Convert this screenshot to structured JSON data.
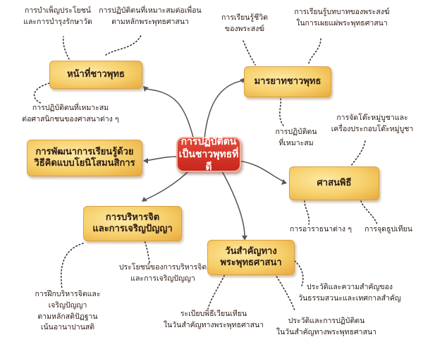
{
  "center": {
    "line1": "การปฏิบัติตน",
    "line2": "เป็นชาวพุทธที่ดี"
  },
  "nodes": {
    "duty": {
      "label": "หน้าที่ชาวพุทธ"
    },
    "learning": {
      "line1": "การพัฒนาการเรียนรู้ด้วย",
      "line2": "วิธีคิดแบบโยนิโสมนสิการ"
    },
    "mind": {
      "line1": "การบริหารจิต",
      "line2": "และการเจริญปัญญา"
    },
    "holidays": {
      "line1": "วันสำคัญทาง",
      "line2": "พระพุทธศาสนา"
    },
    "ceremony": {
      "label": "ศาสนพิธี"
    },
    "etiquette": {
      "label": "มารยาทชาวพุทธ"
    }
  },
  "notes": {
    "duty_a": {
      "line1": "การบำเพ็ญประโยชน์",
      "line2": "และการบำรุงรักษาวัด"
    },
    "duty_b": {
      "line1": "การปฏิบัติตนที่เหมาะสมต่อเพื่อน",
      "line2": "ตามหลักพระพุทธศาสนา"
    },
    "duty_c": {
      "line1": "การปฏิบัติตนที่เหมาะสม",
      "line2": "ต่อศาสนิกชนของศาสนาต่าง ๆ"
    },
    "etq_a": {
      "line1": "การเรียนรู้ชีวิต",
      "line2": "ของพระสงฆ์"
    },
    "etq_b": {
      "line1": "การเรียนรู้บทบาทของพระสงฆ์",
      "line2": "ในการเผยแผ่พระพุทธศาสนา"
    },
    "etq_c": {
      "line1": "การปฏิบัติตน",
      "line2": "ที่เหมาะสม"
    },
    "cer_a": {
      "line1": "การจัดโต๊ะหมู่บูชาและ",
      "line2": "เครื่องประกอบโต๊ะหมู่บูชา"
    },
    "cer_b": {
      "label": "การอาราธนาต่าง ๆ"
    },
    "cer_c": {
      "label": "การจุดธูปเทียน"
    },
    "mind_a": {
      "line1": "ประโยชน์ของการบริหารจิต",
      "line2": "และการเจริญปัญญา"
    },
    "mind_b": {
      "line1": "การฝึกบริหารจิตและ",
      "line2": "เจริญปัญญา",
      "line3": "ตามหลักสติปัฏฐาน",
      "line4": "เน้นอานาปานสติ"
    },
    "hol_a": {
      "line1": "ประวัติและความสำคัญของ",
      "line2": "วันธรรมสวนะและเทศกาลสำคัญ"
    },
    "hol_b": {
      "line1": "ระเบียบพิธีเวียนเทียน",
      "line2": "ในวันสำคัญทางพระพุทธศาสนา"
    },
    "hol_c": {
      "line1": "ประวัติและการปฏิบัติตน",
      "line2": "ในวันสำคัญทางพระพุทธศาสนา"
    }
  },
  "colors": {
    "center_fill": "#d63a2c",
    "node_fill": "#f6cf6a",
    "link": "#555555"
  }
}
